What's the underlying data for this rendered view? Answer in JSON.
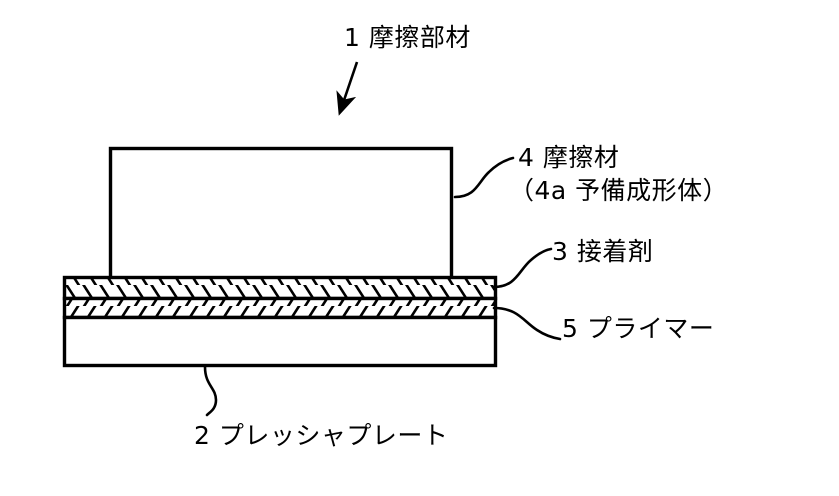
{
  "figure": {
    "kind": "patent-cross-section-diagram",
    "background_color": "#ffffff",
    "line_color": "#000000",
    "labels": {
      "assembly": "1 摩擦部材",
      "friction_material": "4 摩擦材",
      "friction_material_sub": "（4a 予備成形体）",
      "adhesive": "3 接着剤",
      "primer": "5 プライマー",
      "pressure_plate": "2 プレッシャプレート"
    },
    "reference_numerals": [
      "1",
      "2",
      "3",
      "4",
      "4a",
      "5"
    ],
    "layers": [
      {
        "numeral": "4",
        "name": "摩擦材",
        "fill": "none",
        "hatch": "none"
      },
      {
        "numeral": "3",
        "name": "接着剤",
        "fill": "hatched",
        "hatch": "diagonal"
      },
      {
        "numeral": "5",
        "name": "プライマー",
        "fill": "hatched",
        "hatch": "diagonal"
      },
      {
        "numeral": "2",
        "name": "プレッシャプレート",
        "fill": "none",
        "hatch": "none"
      }
    ]
  }
}
